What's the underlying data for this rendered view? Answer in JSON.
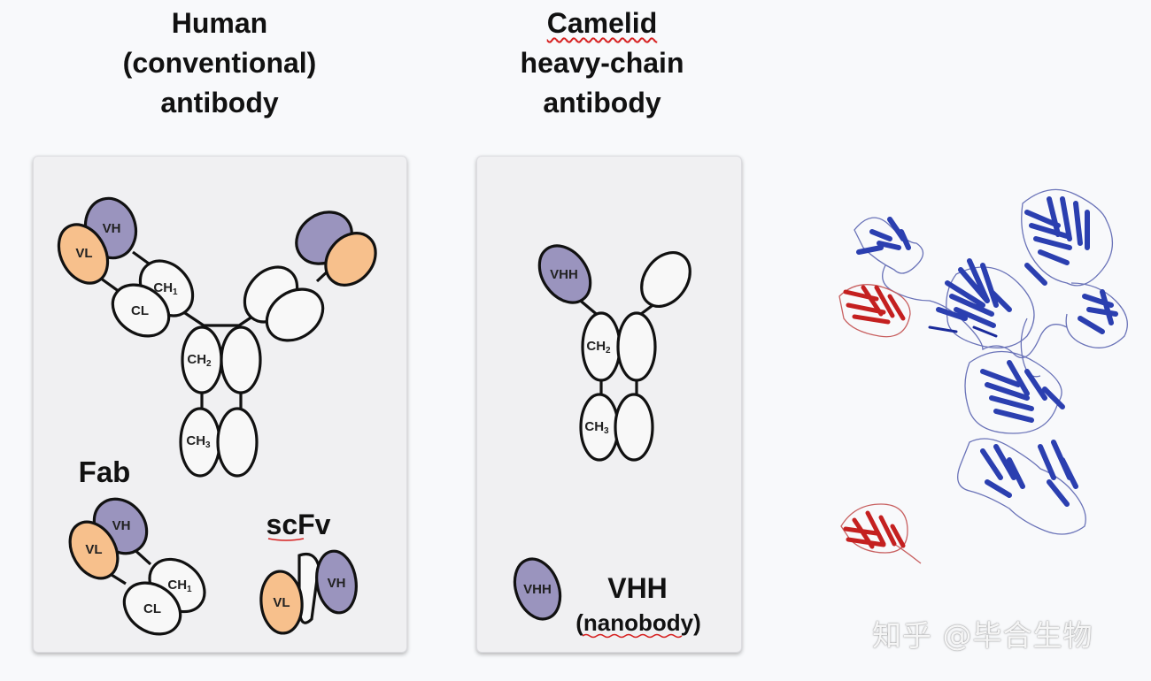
{
  "titles": {
    "human": [
      "Human",
      "(conventional)",
      "antibody"
    ],
    "camelid": [
      "Camelid",
      "heavy-chain",
      "antibody"
    ]
  },
  "labels": {
    "fab": "Fab",
    "scfv": "scFv",
    "vhh_big": "VHH",
    "nanobody": "(nanobody)"
  },
  "domains": {
    "vh": "VH",
    "vl": "VL",
    "cl": "CL",
    "ch": "CH",
    "vhh": "VHH",
    "sub1": "1",
    "sub2": "2",
    "sub3": "3"
  },
  "colors": {
    "vh": "#9a94be",
    "vl": "#f7c08c",
    "constant": "#f8f8f8",
    "panel": "#f0f0f2"
  },
  "watermark": "知乎 @毕合生物"
}
